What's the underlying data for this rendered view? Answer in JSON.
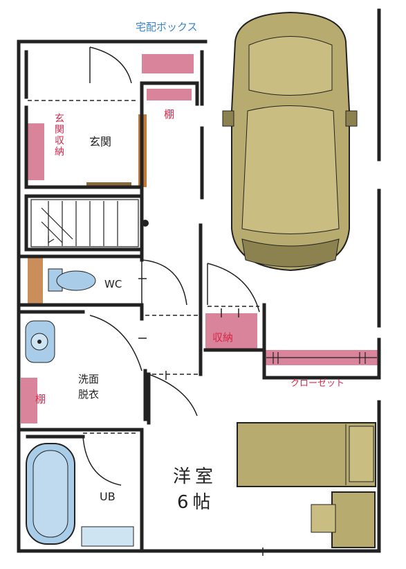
{
  "labels": {
    "delivery_box": "宅配ボックス",
    "entrance": "玄関",
    "entrance_storage": "玄関収納",
    "shelf_top": "棚",
    "wc": "WC",
    "storage": "収納",
    "closet": "クローゼット",
    "washroom_line1": "洗面",
    "washroom_line2": "脱衣",
    "shelf_side": "棚",
    "bath": "UB",
    "western_room_line1": "洋室",
    "western_room_line2": "6帖"
  },
  "colors": {
    "wall": "#222222",
    "pink": "#d9849a",
    "olive": "#b8ab6f",
    "olive_dark": "#8c8250",
    "fixture_blue": "#a9cde8",
    "wood": "#c07a3c",
    "blue_text": "#3a86c8",
    "red_text": "#d8264a"
  }
}
